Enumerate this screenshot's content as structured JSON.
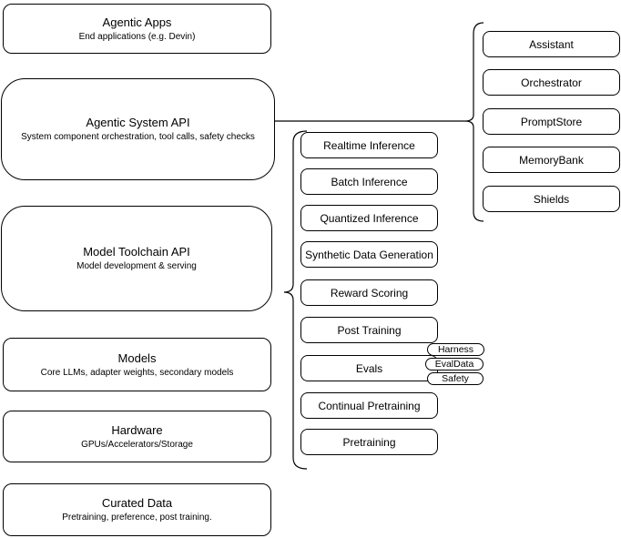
{
  "diagram": {
    "background": "#ffffff",
    "stroke_color": "#000000",
    "stack": [
      {
        "title": "Agentic Apps",
        "subtitle": "End applications (e.g. Devin)"
      },
      {
        "title": "Agentic System API",
        "subtitle": "System component orchestration, tool calls, safety checks"
      },
      {
        "title": "Model Toolchain API",
        "subtitle": "Model development & serving"
      },
      {
        "title": "Models",
        "subtitle": "Core LLMs, adapter weights, secondary models"
      },
      {
        "title": "Hardware",
        "subtitle": "GPUs/Accelerators/Storage"
      },
      {
        "title": "Curated Data",
        "subtitle": "Pretraining, preference, post training."
      }
    ],
    "toolchain_components": [
      "Realtime Inference",
      "Batch Inference",
      "Quantized Inference",
      "Synthetic Data Generation",
      "Reward Scoring",
      "Post Training",
      "Evals",
      "Continual Pretraining",
      "Pretraining"
    ],
    "evals_tags": [
      "Harness",
      "EvalData",
      "Safety"
    ],
    "system_components": [
      "Assistant",
      "Orchestrator",
      "PromptStore",
      "MemoryBank",
      "Shields"
    ]
  }
}
